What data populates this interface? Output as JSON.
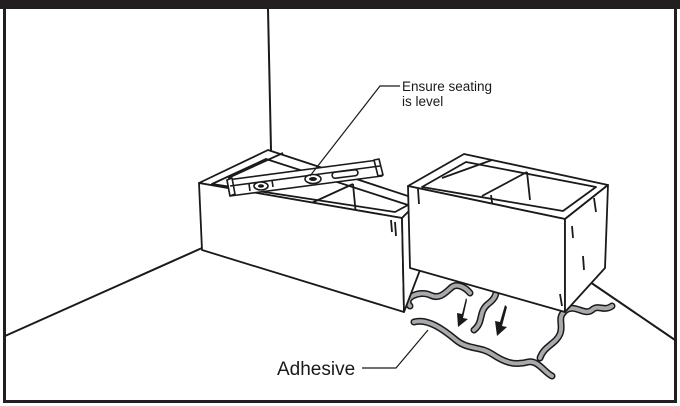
{
  "diagram": {
    "callouts": {
      "level": {
        "line1": "Ensure seating",
        "line2": "is level"
      },
      "adhesive": {
        "label": "Adhesive"
      }
    },
    "colors": {
      "ink": "#1a1a1a",
      "frame": "#231f20",
      "adhesive": "#a7a9ac",
      "paper": "#ffffff"
    },
    "icons": [
      "spirit-level-icon",
      "down-arrow-icon"
    ]
  }
}
